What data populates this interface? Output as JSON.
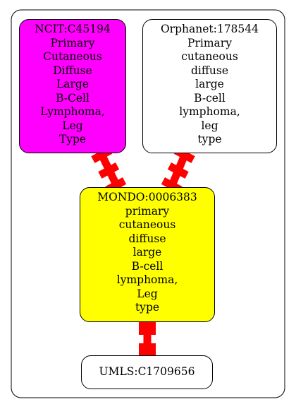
{
  "nodes": {
    "ncit": {
      "lines": [
        "NCIT:C45194",
        "Primary",
        "Cutaneous",
        "Diffuse",
        "Large",
        "B-Cell",
        "Lymphoma,",
        "Leg",
        "Type"
      ],
      "fill": "#ff00ff"
    },
    "orphanet": {
      "lines": [
        "Orphanet:178544",
        "Primary",
        "cutaneous",
        "diffuse",
        "large",
        "B-cell",
        "lymphoma,",
        "leg",
        "type"
      ],
      "fill": "#ffffff"
    },
    "mondo": {
      "lines": [
        "MONDO:0006383",
        "primary",
        "cutaneous",
        "diffuse",
        "large",
        "B-cell",
        "lymphoma,",
        "Leg",
        "type"
      ],
      "fill": "#ffff00"
    },
    "umls": {
      "lines": [
        "UMLS:C1709656"
      ],
      "fill": "#ffffff"
    }
  },
  "edges": [
    {
      "from": "ncit",
      "to": "mondo"
    },
    {
      "from": "orphanet",
      "to": "mondo"
    },
    {
      "from": "mondo",
      "to": "umls"
    }
  ],
  "colors": {
    "edge": "#ff0000",
    "cluster_border": "#000000"
  }
}
